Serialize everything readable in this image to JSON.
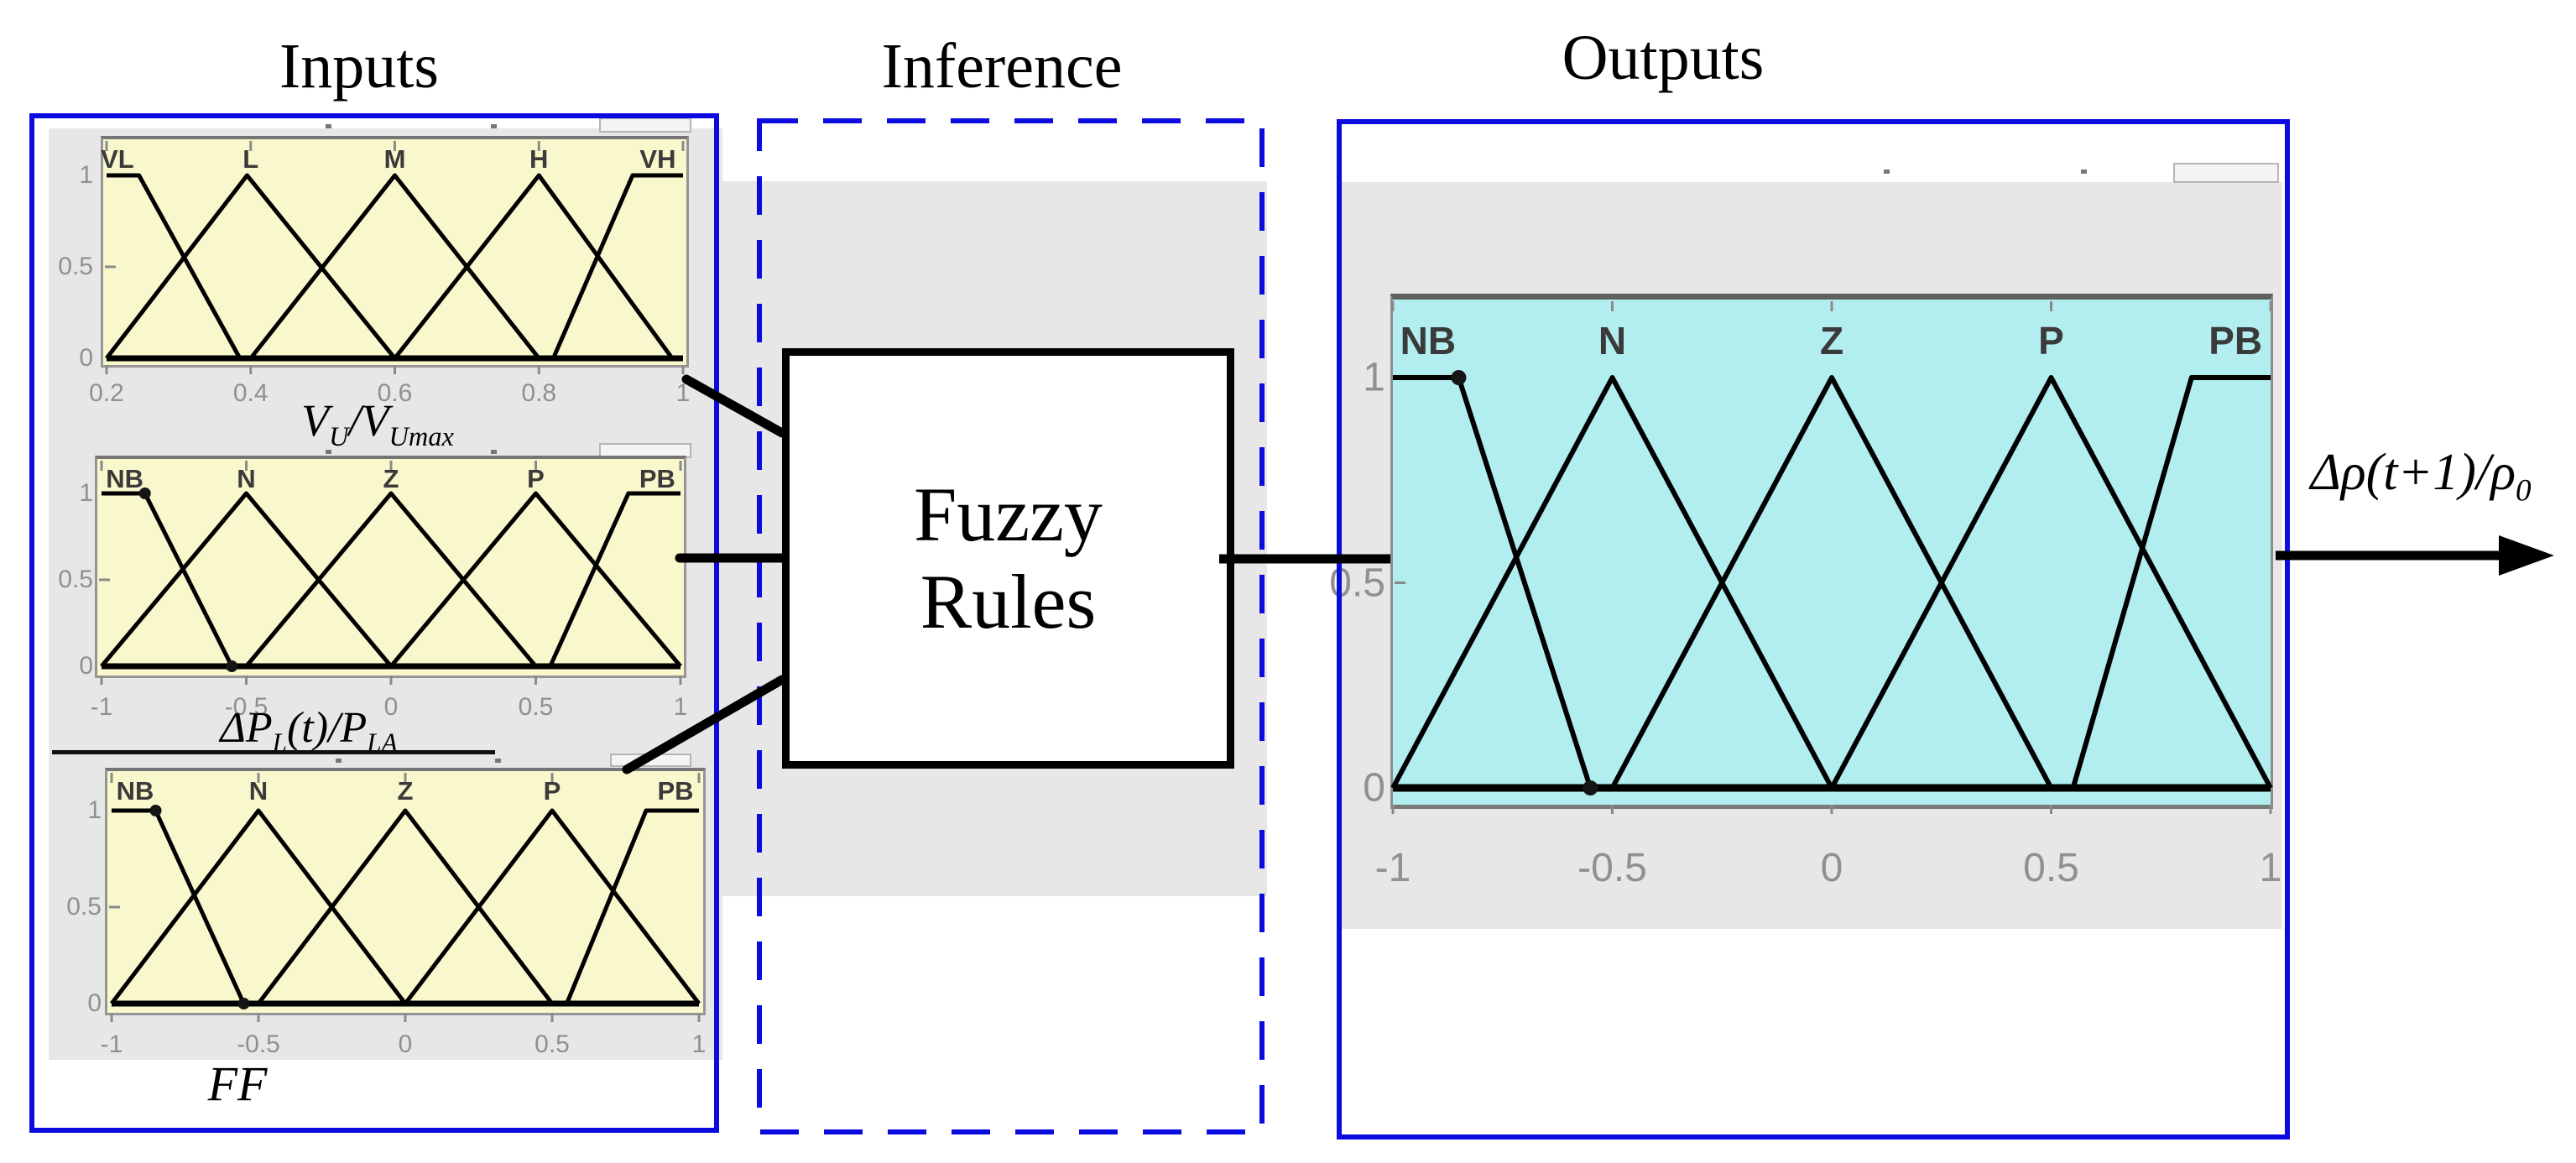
{
  "titles": {
    "inputs": "Inputs",
    "inference": "Inference",
    "outputs": "Outputs"
  },
  "rules_box": {
    "line1": "Fuzzy",
    "line2": "Rules"
  },
  "colors": {
    "accent_blue": "#0b0be0",
    "input_plot_bg": "#f8f8cc",
    "output_plot_bg": "#b2eef0",
    "panel_gray": "#e7e7e7",
    "curve_black": "#000000",
    "tick_gray": "#909090"
  },
  "formulas": {
    "input1": [
      {
        "t": "V",
        "sub": "U"
      },
      {
        "t": "/"
      },
      {
        "t": "V",
        "sub": "Umax"
      }
    ],
    "input2": [
      {
        "t": "ΔP",
        "sub": "L"
      },
      {
        "t": "(t)"
      },
      {
        "t": "/"
      },
      {
        "t": "P",
        "sub": "LA"
      }
    ],
    "input3": [
      {
        "t": "FF"
      }
    ],
    "output": [
      {
        "t": "Δρ(t+1)/"
      },
      {
        "t": "ρ",
        "sub": "0"
      }
    ]
  },
  "chart_data": [
    {
      "id": "input1",
      "type": "line",
      "title": "",
      "xlabel": "VU/VUmax",
      "ylabel": "",
      "xlim": [
        0.2,
        1
      ],
      "ylim": [
        0,
        1
      ],
      "bg": "input_plot_bg",
      "grid": false,
      "legend": "none",
      "xticks": [
        {
          "v": 0.2,
          "label": "0.2"
        },
        {
          "v": 0.4,
          "label": "0.4"
        },
        {
          "v": 0.6,
          "label": "0.6"
        },
        {
          "v": 0.8,
          "label": "0.8"
        },
        {
          "v": 1,
          "label": "1"
        }
      ],
      "yticks": [
        {
          "v": 1,
          "label": "1"
        },
        {
          "v": 0.5,
          "label": "0.5"
        },
        {
          "v": 0,
          "label": "0"
        }
      ],
      "series": [
        {
          "name": "VL",
          "label_at": 0.215,
          "points": [
            [
              0.2,
              1
            ],
            [
              0.245,
              1
            ],
            [
              0.385,
              0
            ]
          ]
        },
        {
          "name": "L",
          "label_at": 0.4,
          "points": [
            [
              0.2,
              0
            ],
            [
              0.395,
              1
            ],
            [
              0.6,
              0
            ]
          ]
        },
        {
          "name": "M",
          "label_at": 0.6,
          "points": [
            [
              0.4,
              0
            ],
            [
              0.6,
              1
            ],
            [
              0.8,
              0
            ]
          ]
        },
        {
          "name": "H",
          "label_at": 0.8,
          "points": [
            [
              0.6,
              0
            ],
            [
              0.8,
              1
            ],
            [
              0.985,
              0
            ]
          ]
        },
        {
          "name": "VH",
          "label_at": 0.965,
          "points": [
            [
              0.82,
              0
            ],
            [
              0.93,
              1
            ],
            [
              1,
              1
            ]
          ]
        }
      ],
      "markers": []
    },
    {
      "id": "input2",
      "type": "line",
      "title": "",
      "xlabel": "ΔPL(t)/PLA",
      "ylabel": "",
      "xlim": [
        -1,
        1
      ],
      "ylim": [
        0,
        1
      ],
      "bg": "input_plot_bg",
      "grid": false,
      "legend": "none",
      "xticks": [
        {
          "v": -1,
          "label": "-1"
        },
        {
          "v": -0.5,
          "label": "-0.5"
        },
        {
          "v": 0,
          "label": "0"
        },
        {
          "v": 0.5,
          "label": "0.5"
        },
        {
          "v": 1,
          "label": "1"
        }
      ],
      "yticks": [
        {
          "v": 1,
          "label": "1"
        },
        {
          "v": 0.5,
          "label": "0.5"
        },
        {
          "v": 0,
          "label": "0"
        }
      ],
      "series": [
        {
          "name": "NB",
          "label_at": -0.92,
          "points": [
            [
              -1,
              1
            ],
            [
              -0.85,
              1
            ],
            [
              -0.55,
              0
            ]
          ]
        },
        {
          "name": "N",
          "label_at": -0.5,
          "points": [
            [
              -1,
              0
            ],
            [
              -0.5,
              1
            ],
            [
              0,
              0
            ]
          ]
        },
        {
          "name": "Z",
          "label_at": 0,
          "points": [
            [
              -0.5,
              0
            ],
            [
              0,
              1
            ],
            [
              0.5,
              0
            ]
          ]
        },
        {
          "name": "P",
          "label_at": 0.5,
          "points": [
            [
              0,
              0
            ],
            [
              0.5,
              1
            ],
            [
              1,
              0
            ]
          ]
        },
        {
          "name": "PB",
          "label_at": 0.92,
          "points": [
            [
              0.55,
              0
            ],
            [
              0.82,
              1
            ],
            [
              1,
              1
            ]
          ]
        }
      ],
      "markers": [
        [
          -0.85,
          1
        ],
        [
          -0.55,
          0
        ]
      ]
    },
    {
      "id": "input3",
      "type": "line",
      "title": "",
      "xlabel": "FF",
      "ylabel": "",
      "xlim": [
        -1,
        1
      ],
      "ylim": [
        0,
        1
      ],
      "bg": "input_plot_bg",
      "grid": false,
      "legend": "none",
      "xticks": [
        {
          "v": -1,
          "label": "-1"
        },
        {
          "v": -0.5,
          "label": "-0.5"
        },
        {
          "v": 0,
          "label": "0"
        },
        {
          "v": 0.5,
          "label": "0.5"
        },
        {
          "v": 1,
          "label": "1"
        }
      ],
      "yticks": [
        {
          "v": 1,
          "label": "1"
        },
        {
          "v": 0.5,
          "label": "0.5"
        },
        {
          "v": 0,
          "label": "0"
        }
      ],
      "series": [
        {
          "name": "NB",
          "label_at": -0.92,
          "points": [
            [
              -1,
              1
            ],
            [
              -0.85,
              1
            ],
            [
              -0.55,
              0
            ]
          ]
        },
        {
          "name": "N",
          "label_at": -0.5,
          "points": [
            [
              -1,
              0
            ],
            [
              -0.5,
              1
            ],
            [
              0,
              0
            ]
          ]
        },
        {
          "name": "Z",
          "label_at": 0,
          "points": [
            [
              -0.5,
              0
            ],
            [
              0,
              1
            ],
            [
              0.5,
              0
            ]
          ]
        },
        {
          "name": "P",
          "label_at": 0.5,
          "points": [
            [
              0,
              0
            ],
            [
              0.5,
              1
            ],
            [
              1,
              0
            ]
          ]
        },
        {
          "name": "PB",
          "label_at": 0.92,
          "points": [
            [
              0.55,
              0
            ],
            [
              0.82,
              1
            ],
            [
              1,
              1
            ]
          ]
        }
      ],
      "markers": [
        [
          -0.85,
          1
        ],
        [
          -0.55,
          0
        ]
      ]
    },
    {
      "id": "output",
      "type": "line",
      "title": "",
      "xlabel": "Δρ(t+1)/ρ0",
      "ylabel": "",
      "xlim": [
        -1,
        1
      ],
      "ylim": [
        0,
        1
      ],
      "bg": "output_plot_bg",
      "grid": false,
      "legend": "none",
      "xticks": [
        {
          "v": -1,
          "label": "-1"
        },
        {
          "v": -0.5,
          "label": "-0.5"
        },
        {
          "v": 0,
          "label": "0"
        },
        {
          "v": 0.5,
          "label": "0.5"
        },
        {
          "v": 1,
          "label": "1"
        }
      ],
      "yticks": [
        {
          "v": 1,
          "label": "1"
        },
        {
          "v": 0.5,
          "label": "0.5"
        },
        {
          "v": 0,
          "label": "0"
        }
      ],
      "series": [
        {
          "name": "NB",
          "label_at": -0.92,
          "points": [
            [
              -1,
              1
            ],
            [
              -0.85,
              1
            ],
            [
              -0.55,
              0
            ]
          ]
        },
        {
          "name": "N",
          "label_at": -0.5,
          "points": [
            [
              -1,
              0
            ],
            [
              -0.5,
              1
            ],
            [
              0,
              0
            ]
          ]
        },
        {
          "name": "Z",
          "label_at": 0,
          "points": [
            [
              -0.5,
              0
            ],
            [
              0,
              1
            ],
            [
              0.5,
              0
            ]
          ]
        },
        {
          "name": "P",
          "label_at": 0.5,
          "points": [
            [
              0,
              0
            ],
            [
              0.5,
              1
            ],
            [
              1,
              0
            ]
          ]
        },
        {
          "name": "PB",
          "label_at": 0.92,
          "points": [
            [
              0.55,
              0
            ],
            [
              0.82,
              1
            ],
            [
              1,
              1
            ]
          ]
        }
      ],
      "markers": [
        [
          -0.85,
          1
        ],
        [
          -0.55,
          0
        ]
      ]
    }
  ]
}
